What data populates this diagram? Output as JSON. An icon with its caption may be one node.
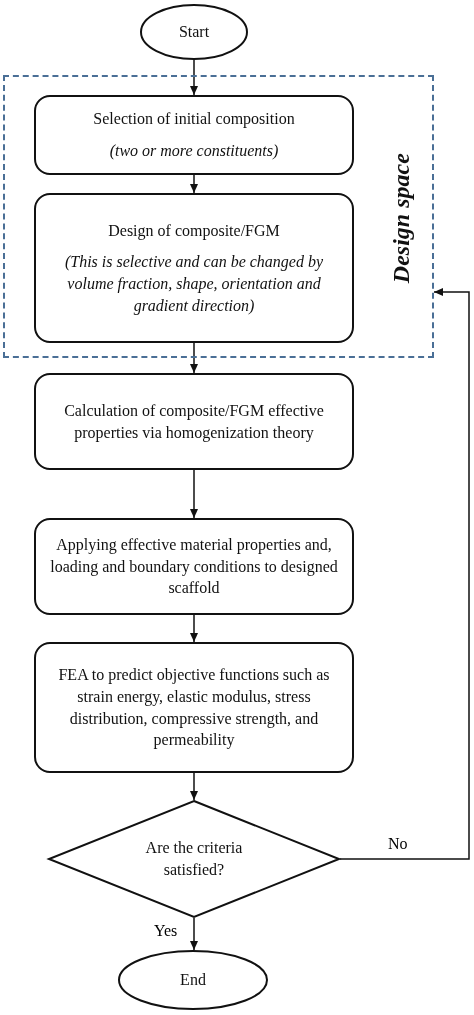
{
  "diagram": {
    "nodes": [
      {
        "text": [
          "Start"
        ]
      },
      {
        "text": [
          "Design space"
        ]
      },
      {
        "text": [
          "Selection of initial composition",
          "(two or more constituents)"
        ],
        "in": 1
      },
      {
        "text": [
          "Design of composite/FGM",
          "(This is selective and can be changed by volume fraction, shape, orientation and gradient direction)"
        ],
        "in": 1
      },
      {
        "text": [
          "Calculation of composite/FGM effective properties via homogenization theory"
        ]
      },
      {
        "text": [
          "Applying effective material properties and, loading and boundary conditions to designed scaffold"
        ]
      },
      {
        "text": [
          "FEA to predict objective functions such as strain energy, elastic modulus, stress distribution, compressive strength, and permeability"
        ]
      },
      {
        "text": [
          "Are the criteria satisfied?"
        ]
      },
      {
        "text": [
          "End"
        ]
      }
    ],
    "edges": [
      {
        "from": 0,
        "to": 2,
        "arrow": "to"
      },
      {
        "from": 2,
        "to": 3,
        "arrow": "to"
      },
      {
        "from": 3,
        "to": 4,
        "arrow": "to"
      },
      {
        "from": 4,
        "to": 5,
        "arrow": "to"
      },
      {
        "from": 5,
        "to": 6,
        "arrow": "to"
      },
      {
        "from": 6,
        "to": 7,
        "arrow": "to"
      },
      {
        "from": 7,
        "to": 8,
        "arrow": "to",
        "label": "Yes"
      },
      {
        "from": 7,
        "to": 1,
        "arrow": "to",
        "label": "No"
      }
    ]
  }
}
